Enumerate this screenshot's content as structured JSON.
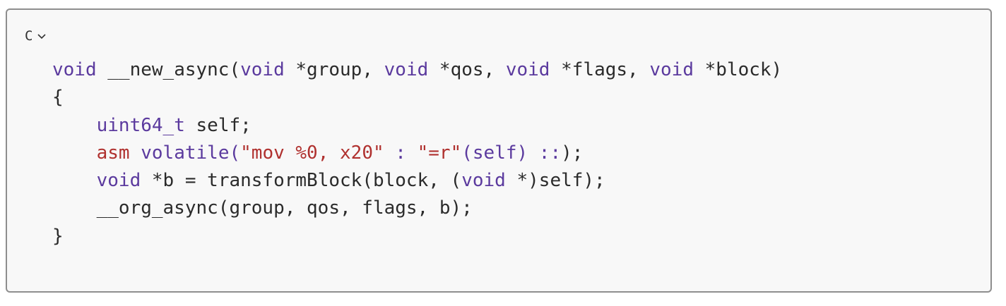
{
  "language": {
    "label": "C",
    "icon": "chevron-down-icon"
  },
  "colors": {
    "keyword": "#5b3a9e",
    "string": "#b0312f",
    "text": "#2b2b2b",
    "background": "#f8f8f8",
    "border": "#8e8e8e"
  },
  "code": {
    "lines": [
      {
        "tokens": [
          {
            "t": "void",
            "c": "kw"
          },
          {
            "t": " __new_async(",
            "c": "fn"
          },
          {
            "t": "void",
            "c": "kw"
          },
          {
            "t": " *group, ",
            "c": "fn"
          },
          {
            "t": "void",
            "c": "kw"
          },
          {
            "t": " *qos, ",
            "c": "fn"
          },
          {
            "t": "void",
            "c": "kw"
          },
          {
            "t": " *flags, ",
            "c": "fn"
          },
          {
            "t": "void",
            "c": "kw"
          },
          {
            "t": " *block)",
            "c": "fn"
          }
        ]
      },
      {
        "tokens": [
          {
            "t": "{",
            "c": "punc"
          }
        ]
      },
      {
        "tokens": [
          {
            "t": "    ",
            "c": "fn"
          },
          {
            "t": "uint64_t",
            "c": "kw"
          },
          {
            "t": " self;",
            "c": "fn"
          }
        ]
      },
      {
        "tokens": [
          {
            "t": "    ",
            "c": "fn"
          },
          {
            "t": "asm",
            "c": "str"
          },
          {
            "t": " ",
            "c": "fn"
          },
          {
            "t": "volatile",
            "c": "kw"
          },
          {
            "t": "(",
            "c": "kw"
          },
          {
            "t": "\"mov %0, x20\"",
            "c": "str"
          },
          {
            "t": " : ",
            "c": "kw"
          },
          {
            "t": "\"=r\"",
            "c": "str"
          },
          {
            "t": "(self) ::",
            "c": "kw"
          },
          {
            "t": ");",
            "c": "fn"
          }
        ]
      },
      {
        "tokens": [
          {
            "t": "    ",
            "c": "fn"
          },
          {
            "t": "void",
            "c": "kw"
          },
          {
            "t": " *b = transformBlock(block, (",
            "c": "fn"
          },
          {
            "t": "void",
            "c": "kw"
          },
          {
            "t": " *)self);",
            "c": "fn"
          }
        ]
      },
      {
        "tokens": [
          {
            "t": "    __org_async(group, qos, flags, b);",
            "c": "fn"
          }
        ]
      },
      {
        "tokens": [
          {
            "t": "}",
            "c": "punc"
          }
        ]
      }
    ]
  }
}
